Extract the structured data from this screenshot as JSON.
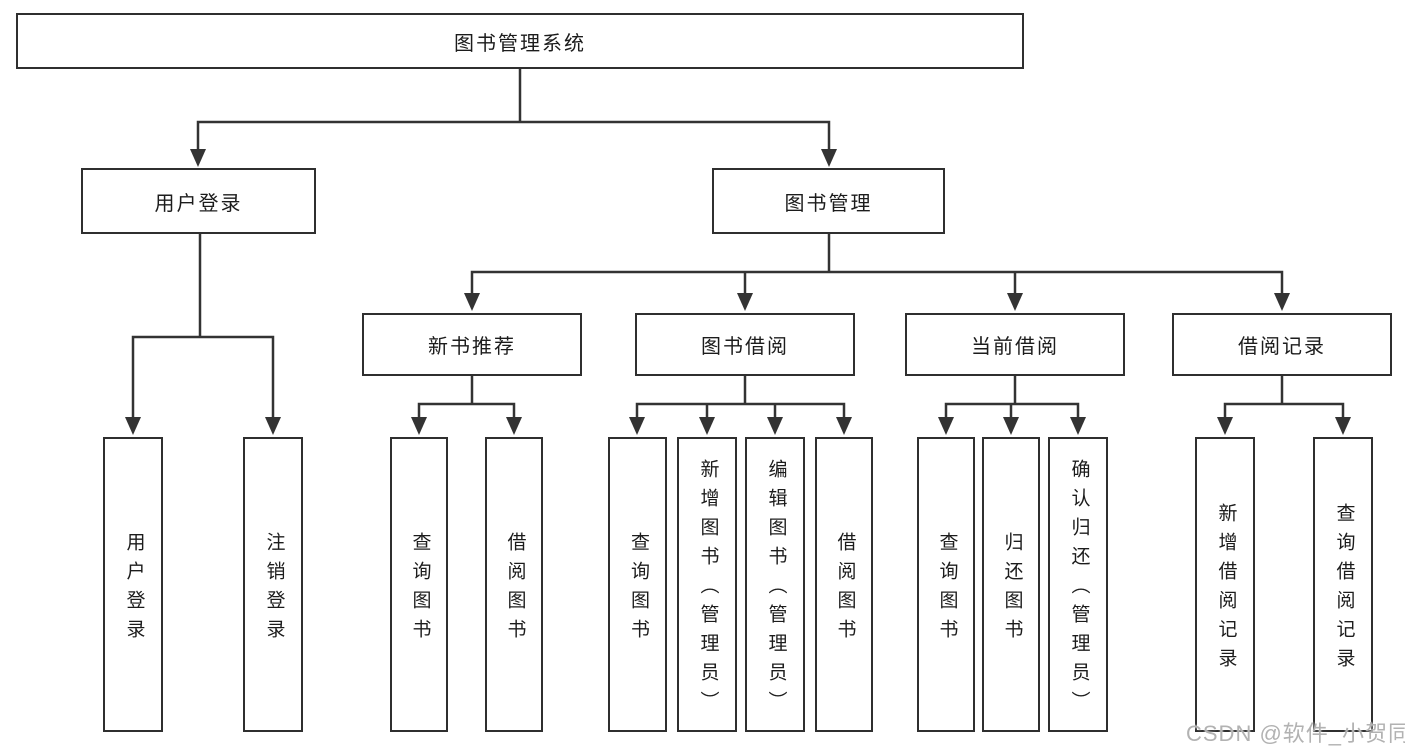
{
  "page": {
    "background": "#ffffff",
    "watermark": {
      "text": "CSDN @软件_小贺同学",
      "color": "#b2b2b2"
    }
  },
  "diagram": {
    "type": "hierarchy-tree",
    "line_color": "#333333",
    "tree": {
      "root": {
        "label": "图书管理系统",
        "children": [
          {
            "label": "用户登录",
            "children": [
              {
                "label": "用户登录"
              },
              {
                "label": "注销登录"
              }
            ]
          },
          {
            "label": "图书管理",
            "children": [
              {
                "label": "新书推荐",
                "children": [
                  {
                    "label": "查询图书"
                  },
                  {
                    "label": "借阅图书"
                  }
                ]
              },
              {
                "label": "图书借阅",
                "children": [
                  {
                    "label": "查询图书"
                  },
                  {
                    "label": "新增图书（管理员）"
                  },
                  {
                    "label": "编辑图书（管理员）"
                  },
                  {
                    "label": "借阅图书"
                  }
                ]
              },
              {
                "label": "当前借阅",
                "children": [
                  {
                    "label": "查询图书"
                  },
                  {
                    "label": "归还图书"
                  },
                  {
                    "label": "确认归还（管理员）"
                  }
                ]
              },
              {
                "label": "借阅记录",
                "children": [
                  {
                    "label": "新增借阅记录"
                  },
                  {
                    "label": "查询借阅记录"
                  }
                ]
              }
            ]
          }
        ]
      }
    }
  }
}
